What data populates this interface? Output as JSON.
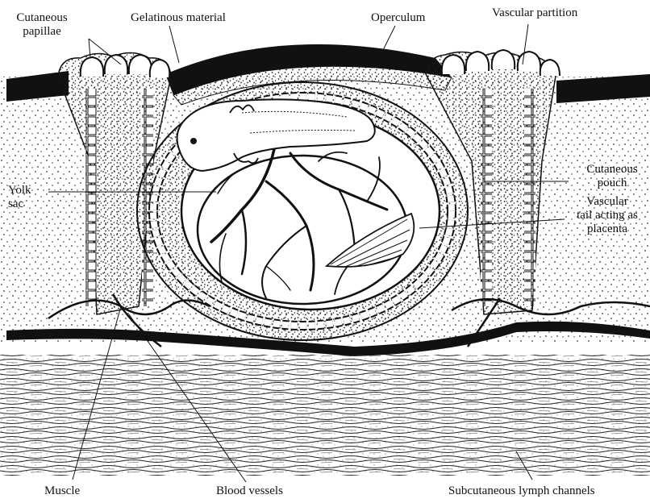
{
  "labels": {
    "cutaneous_papillae": [
      "Cutaneous",
      "papillae"
    ],
    "gelatinous_material": "Gelatinous material",
    "operculum": "Operculum",
    "vascular_partition": "Vascular partition",
    "yolk_sac": [
      "Yolk",
      "sac"
    ],
    "cutaneous_pouch": [
      "Cutaneous",
      "pouch"
    ],
    "vascular_tail": [
      "Vascular",
      "tail acting as",
      "placenta"
    ],
    "muscle": "Muscle",
    "blood_vessels": "Blood vessels",
    "subcutaneous_lymph_channels": "Subcutaneous lymph channels"
  },
  "colors": {
    "ink": "#111111",
    "paper": "#ffffff",
    "dots": "#3a3a3a"
  }
}
